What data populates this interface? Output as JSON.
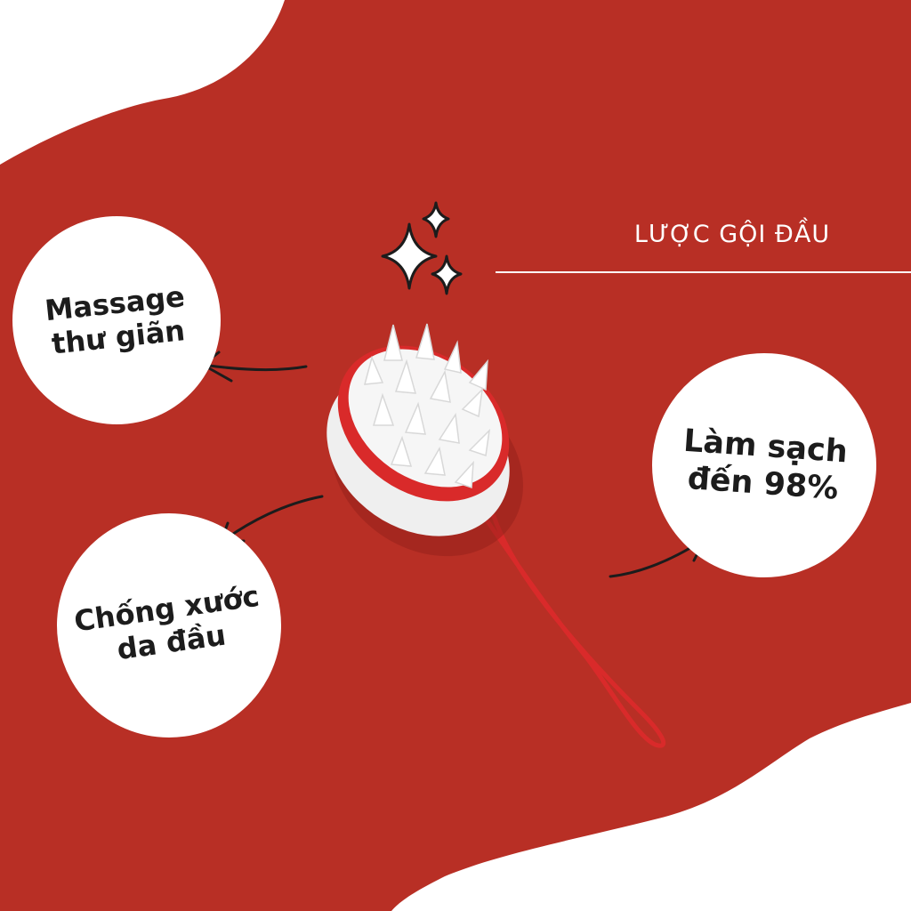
{
  "colors": {
    "background_red": "#b82f25",
    "brush_accent": "#d92a2a",
    "white": "#ffffff",
    "ink": "#1c1c1c"
  },
  "heading": {
    "text": "LƯỢC GỘI ĐẦU"
  },
  "callouts": {
    "massage": {
      "line1": "Massage",
      "line2": "thư giãn"
    },
    "clean": {
      "line1": "Làm sạch",
      "line2": "đến 98%"
    },
    "scratch": {
      "line1": "Chống xước",
      "line2": "da đầu"
    }
  },
  "icons": [
    "sparkle-icon",
    "arrow-icon",
    "scalp-brush-product"
  ]
}
